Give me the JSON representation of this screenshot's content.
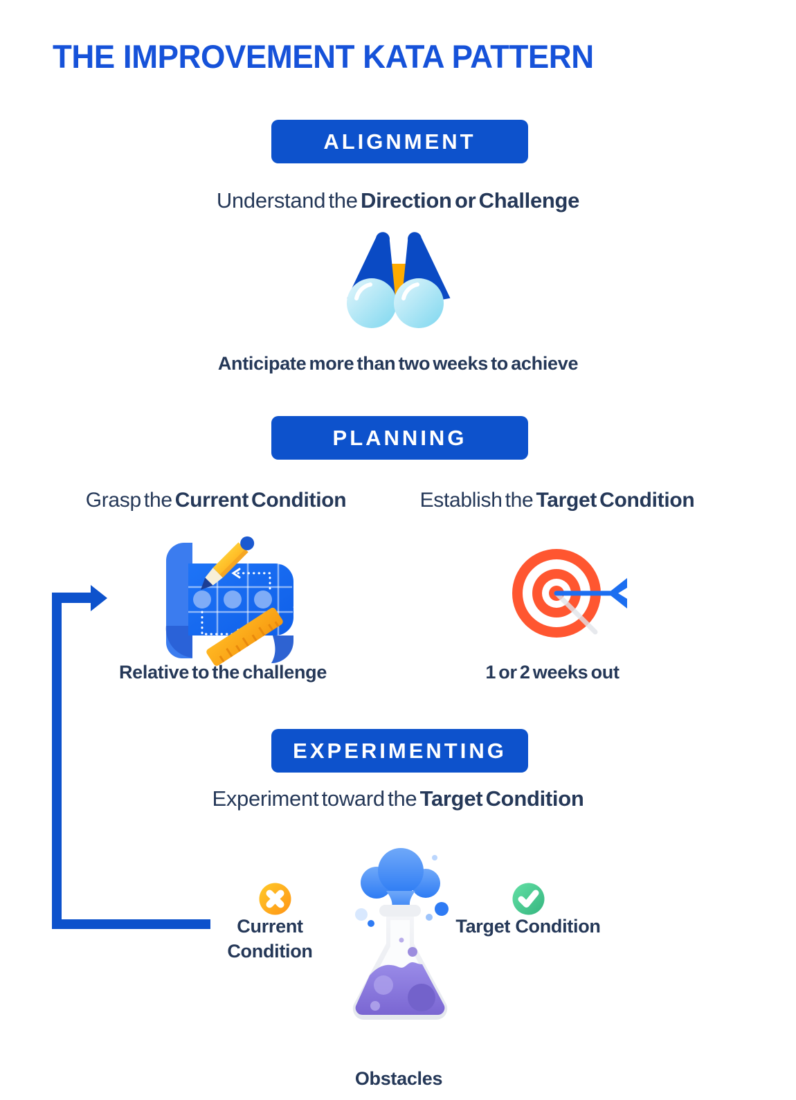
{
  "title": "THE IMPROVEMENT KATA PATTERN",
  "palette": {
    "title_blue": "#1652D9",
    "badge_blue": "#0D52CC",
    "navy_text": "#253858",
    "arrow_blue": "#0D52CC",
    "target_red": "#FF5630",
    "warning_orange": "#FFA014",
    "success_green": "#36B57F",
    "flask_purple": "#8273D9",
    "cloud_blue": "#3C86F6"
  },
  "alignment": {
    "badge": "ALIGNMENT",
    "heading_prefix": "Understand the ",
    "heading_bold": "Direction or Challenge",
    "caption": "Anticipate more than two weeks to achieve",
    "icon": "binoculars-icon"
  },
  "planning": {
    "badge": "PLANNING",
    "current": {
      "heading_prefix": "Grasp the ",
      "heading_bold": "Current Condition",
      "caption": "Relative to the challenge",
      "icon": "blueprint-icon"
    },
    "target": {
      "heading_prefix": "Establish the ",
      "heading_bold": "Target Condition",
      "caption": "1 or 2 weeks out",
      "icon": "target-icon"
    }
  },
  "experimenting": {
    "badge": "EXPERIMENTING",
    "heading_prefix": "Experiment toward the ",
    "heading_bold": "Target Condition",
    "current_label": "Current Condition",
    "target_label": "Target Condition",
    "obstacles_label": "Obstacles",
    "current_icon": "x-badge-icon",
    "target_icon": "check-badge-icon",
    "obstacles_icon": "flask-icon"
  }
}
